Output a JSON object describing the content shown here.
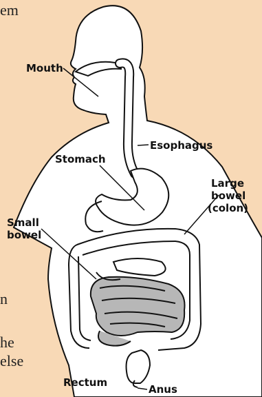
{
  "labels": {
    "mouth": "Mouth",
    "esophagus": "Esophagus",
    "stomach": "Stomach",
    "large_bowel": [
      "Large",
      "bowel",
      "(colon)"
    ],
    "small_bowel": [
      "Small",
      "bowel"
    ],
    "rectum": "Rectum",
    "anus": "Anus"
  },
  "background_text_fragments": [
    "em",
    "n",
    "he",
    "else"
  ],
  "colors": {
    "background": "#f8d9b6",
    "body": "#ffffff",
    "outline": "#111111",
    "small_intestine": "#b7b7b7"
  }
}
